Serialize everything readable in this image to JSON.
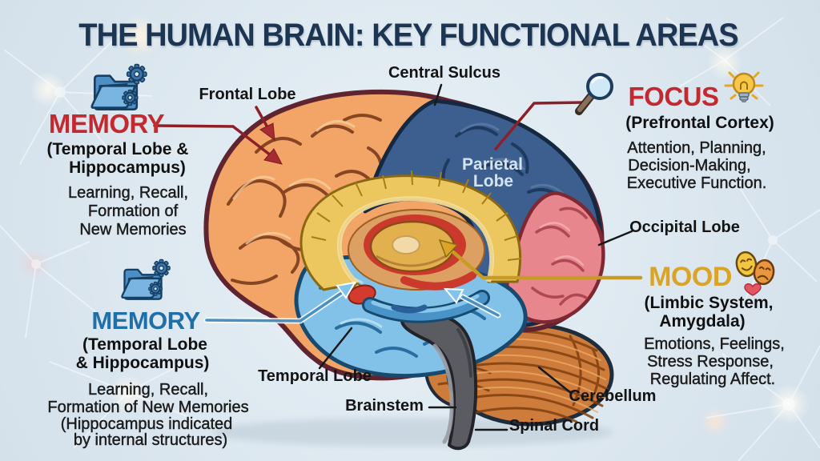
{
  "title": "THE HUMAN BRAIN: KEY FUNCTIONAL AREAS",
  "callouts": {
    "memory_temporal": {
      "title": "MEMORY",
      "subtitle1": "(Temporal Lobe &",
      "subtitle2": "Hippocampus)",
      "desc1": "Learning, Recall,",
      "desc2": "Formation of",
      "desc3": "New Memories",
      "accent_color": "#c22a30"
    },
    "memory_hippocampus": {
      "title": "MEMORY",
      "subtitle1": "(Temporal Lobe",
      "subtitle2": "& Hippocampus)",
      "desc1": "Learning, Recall,",
      "desc2": "Formation of New Memories",
      "desc3": "(Hippocampus indicated",
      "desc4": "by internal structures)",
      "accent_color": "#1f6fa9"
    },
    "focus": {
      "title": "FOCUS",
      "subtitle1": "(Prefrontal Cortex)",
      "desc1": "Attention, Planning,",
      "desc2": "Decision-Making,",
      "desc3": "Executive Function.",
      "accent_color": "#c22a30"
    },
    "mood": {
      "title": "MOOD",
      "subtitle1": "(Limbic System,",
      "subtitle2": "Amygdala)",
      "desc1": "Emotions, Feelings,",
      "desc2": "Stress Response,",
      "desc3": "Regulating Affect.",
      "accent_color": "#d9a427"
    }
  },
  "brain_labels": {
    "frontal_lobe": "Frontal Lobe",
    "central_sulcus": "Central Sulcus",
    "parietal_line1": "Parietal",
    "parietal_line2": "Lobe",
    "occipital_lobe": "Occipital Lobe",
    "temporal_lobe": "Temporal Lobe",
    "cerebellum": "Cerebellum",
    "brainstem": "Brainstem",
    "spinal_cord": "Spinal Cord"
  },
  "icons": {
    "memory_top": "folder-gears-icon",
    "memory_bottom": "folder-gears-icon",
    "focus_left": "magnifying-glass-icon",
    "focus_right": "lightbulb-icon",
    "mood_right": "theater-masks-icon",
    "mood_heart": "heart-icon"
  },
  "colors": {
    "background": "#dde8f0",
    "title_text": "#1c3552",
    "accent_red": "#c22a30",
    "accent_blue": "#1f6fa9",
    "accent_gold": "#d9a427",
    "label_text": "#141414",
    "frontal_lobe": "#f2a566",
    "parietal_lobe": "#3c5f90",
    "occipital_lobe": "#e8868d",
    "temporal_lobe": "#82c2e8",
    "cerebellum": "#cd7c3c",
    "brainstem": "#5b5c62",
    "corpus_callosum": "#ecc75f"
  }
}
